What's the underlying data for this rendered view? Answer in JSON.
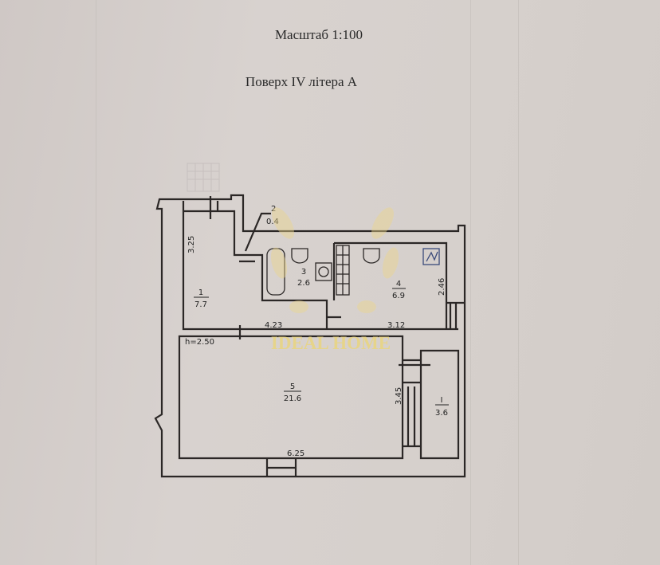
{
  "header": {
    "scale": "Масштаб 1:100",
    "floor": "Поверх  IV  літера А"
  },
  "watermark": {
    "text": "IDEAL HOME",
    "color": "#e8d48a"
  },
  "ceiling_height": "h=2.50",
  "rooms": [
    {
      "number": "1",
      "area": "7.7"
    },
    {
      "number": "2",
      "area": "0.4"
    },
    {
      "number": "3",
      "area": "2.6"
    },
    {
      "number": "4",
      "area": "6.9"
    },
    {
      "number": "5",
      "area": "21.6"
    },
    {
      "number": "I",
      "area": "3.6"
    }
  ],
  "dimensions": {
    "d325": "3.25",
    "d423": "4.23",
    "d312": "3.12",
    "d246": "2.46",
    "d345": "3.45",
    "d625": "6.25"
  }
}
